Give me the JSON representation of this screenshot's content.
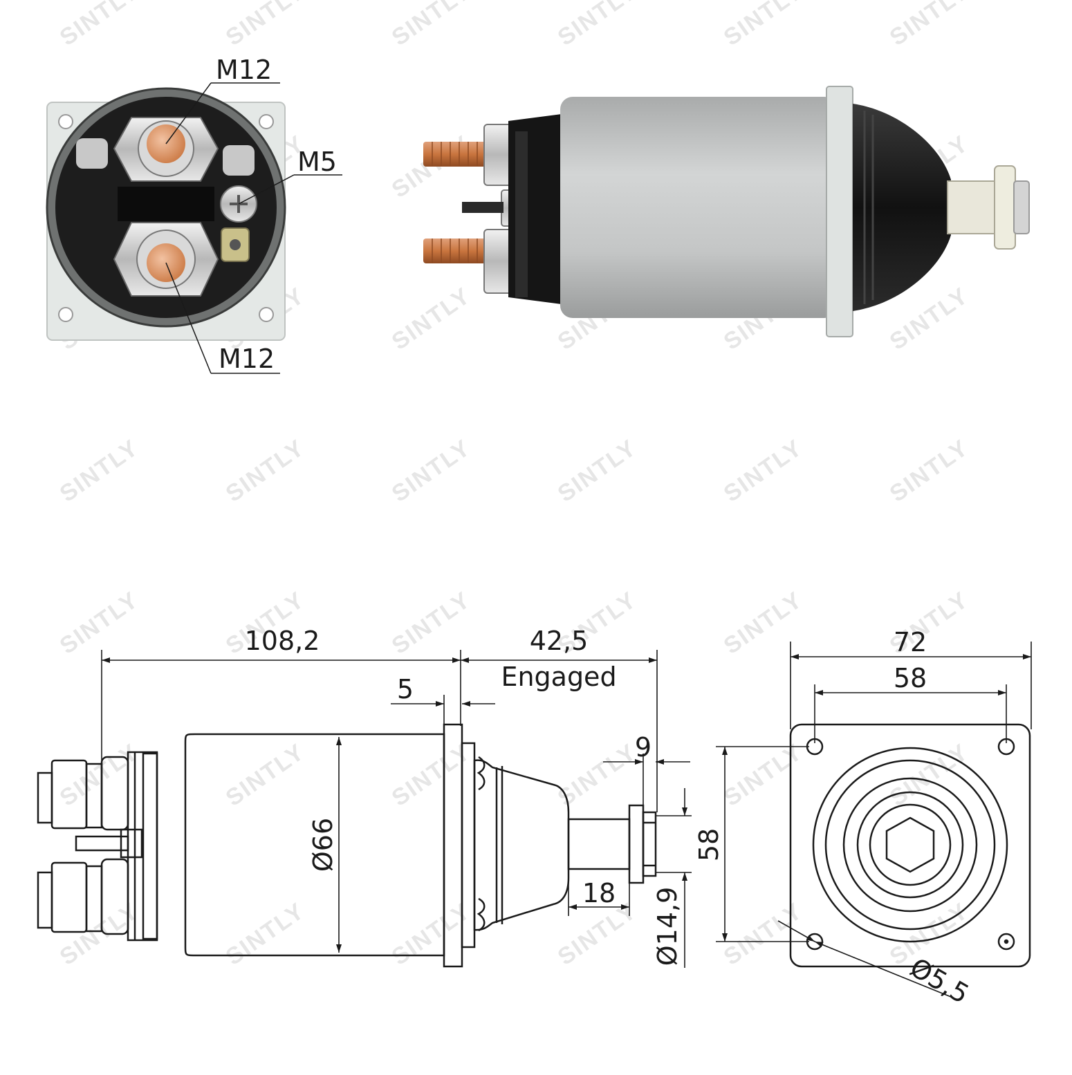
{
  "watermark": {
    "text": "SINTLY"
  },
  "photo_callouts": {
    "top_terminal": "M12",
    "screw_terminal": "M5",
    "bottom_terminal": "M12"
  },
  "drawing_dimensions": {
    "overall_length": "108,2",
    "stroke_length": "42,5",
    "stroke_note": "Engaged",
    "flange_thickness": "5",
    "pin_width": "9",
    "body_diameter": "Ø66",
    "plunger_length": "18",
    "pin_diameter": "Ø14,9",
    "flange_width": "72",
    "hole_spacing_horizontal": "58",
    "hole_spacing_vertical": "58",
    "hole_diameter": "Ø5,5"
  },
  "colors": {
    "line": "#1a1a1a",
    "copper": "#c9753f",
    "body": "#c3c5c5",
    "boot": "#202020"
  }
}
